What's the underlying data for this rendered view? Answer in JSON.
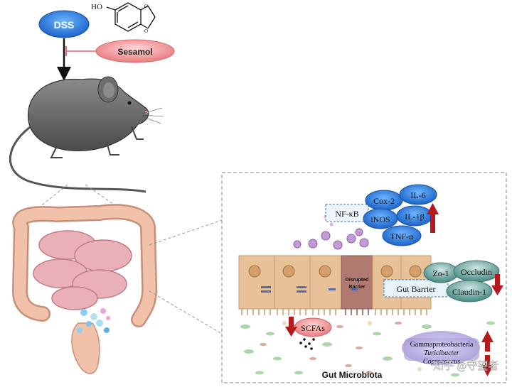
{
  "labels": {
    "dss": "DSS",
    "sesamol": "Sesamol",
    "ho": "HO",
    "nfkb": "NF-κB",
    "cox2": "Cox-2",
    "il6": "IL-6",
    "inos": "iNOS",
    "il1b": "IL-1β",
    "tnfa": "TNF-α",
    "disrupted_1": "Disrupted",
    "disrupted_2": "Barrier",
    "gut_barrier": "Gut Barrier",
    "zo1": "Zo-1",
    "occludin": "Occludin",
    "claudin1": "Claudin-1",
    "scfas": "SCFAs",
    "gamma": "Gammaproteobacteria",
    "turicibacter": "Turicibacter",
    "coprococcus": "Coprococcus",
    "microbiota": "Gut Microbiota",
    "watermark": "知乎 @守望者"
  },
  "colors": {
    "blue_ellipse": "#1e73d8",
    "sesamol_pink": "#ea8f91",
    "teal": "#4d8c86",
    "arrow_red": "#b3191d",
    "lavender": "#b8aee0",
    "cell_tan": "#e2bd8f"
  },
  "icons": {
    "inhibit": "flat-head-inhibition-arrow",
    "down": "down-arrow",
    "up": "up-arrow",
    "updown": "up-down-arrow"
  }
}
